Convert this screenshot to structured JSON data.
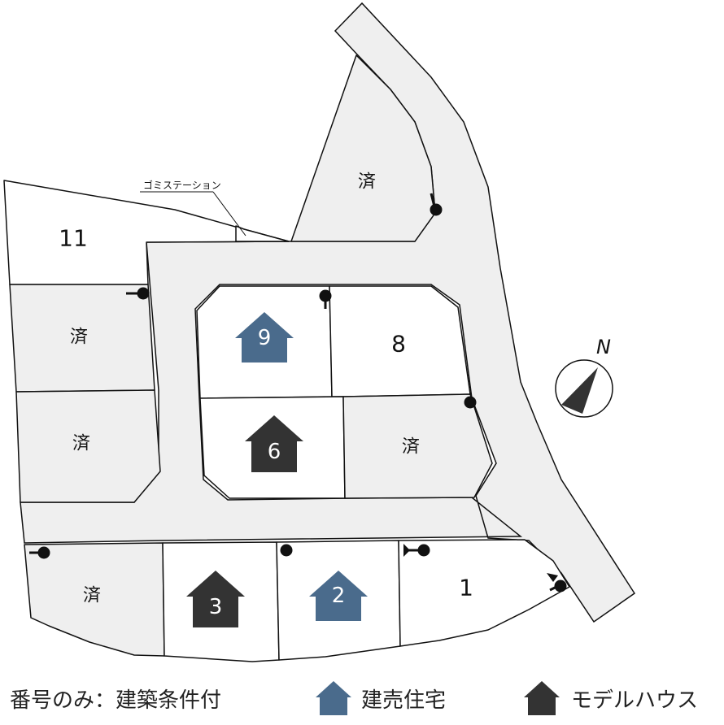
{
  "map": {
    "garbage_station_label": "ゴミステーション",
    "north_label": "N",
    "lots": {
      "lot11": "11",
      "lot8": "8",
      "lot1": "1",
      "lot9": "9",
      "lot6": "6",
      "lot3": "3",
      "lot2": "2",
      "sold_top": "済",
      "sold_left1": "済",
      "sold_left2": "済",
      "sold_mid": "済",
      "sold_bottom": "済"
    },
    "colors": {
      "for_sale_house": "#4a6b8c",
      "model_house": "#333333",
      "sold_lot": "#efefef",
      "road": "#efefef"
    }
  },
  "legend": {
    "number_only": "番号のみ：建築条件付",
    "for_sale": "建売住宅",
    "model_house": "モデルハウス"
  }
}
